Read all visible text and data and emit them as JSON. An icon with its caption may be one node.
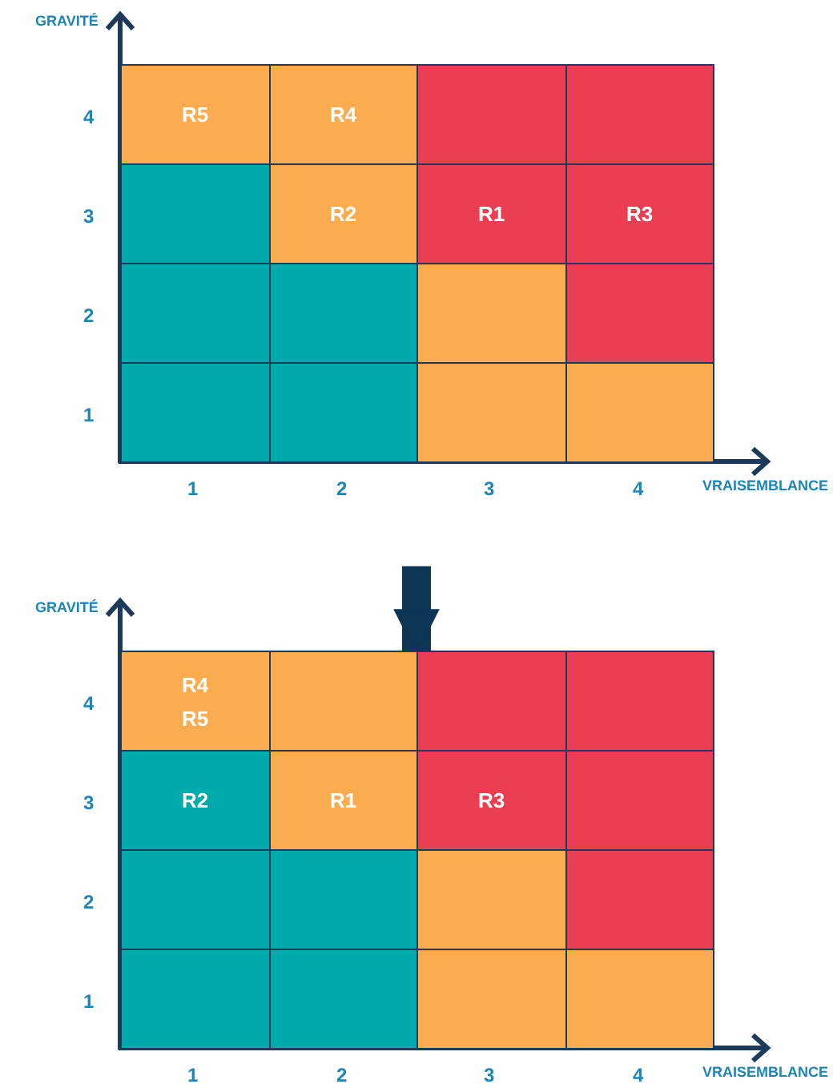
{
  "diagram": {
    "nodes": [
      {
        "text": [],
        "shape": "box"
      },
      {
        "text": [
          "R5"
        ],
        "in": 0
      },
      {
        "text": [
          "R4"
        ],
        "in": 0
      },
      {
        "text": [],
        "shape": "box",
        "in": 0
      },
      {
        "text": [],
        "shape": "box",
        "in": 0
      },
      {
        "text": [],
        "shape": "box",
        "in": 0
      },
      {
        "text": [
          "R2"
        ],
        "in": 0
      },
      {
        "text": [
          "R1"
        ],
        "in": 0
      },
      {
        "text": [
          "R3"
        ],
        "in": 0
      },
      {
        "text": [],
        "shape": "box",
        "in": 0
      },
      {
        "text": [],
        "shape": "box",
        "in": 0
      },
      {
        "text": [],
        "shape": "box",
        "in": 0
      },
      {
        "text": [],
        "shape": "box",
        "in": 0
      },
      {
        "text": [],
        "shape": "box",
        "in": 0
      },
      {
        "text": [],
        "shape": "box",
        "in": 0
      },
      {
        "text": [],
        "shape": "box",
        "in": 0
      },
      {
        "text": [],
        "shape": "box",
        "in": 0
      },
      {
        "text": [],
        "shape": "box"
      },
      {
        "text": [
          "R4",
          "R5"
        ],
        "in": 17
      },
      {
        "text": [],
        "shape": "box",
        "in": 17
      },
      {
        "text": [],
        "shape": "box",
        "in": 17
      },
      {
        "text": [],
        "shape": "box",
        "in": 17
      },
      {
        "text": [
          "R2"
        ],
        "in": 17
      },
      {
        "text": [
          "R1"
        ],
        "in": 17
      },
      {
        "text": [
          "R3"
        ],
        "in": 17
      },
      {
        "text": [],
        "shape": "box",
        "in": 17
      },
      {
        "text": [],
        "shape": "box",
        "in": 17
      },
      {
        "text": [],
        "shape": "box",
        "in": 17
      },
      {
        "text": [],
        "shape": "box",
        "in": 17
      },
      {
        "text": [],
        "shape": "box",
        "in": 17
      },
      {
        "text": [],
        "shape": "box",
        "in": 17
      },
      {
        "text": [],
        "shape": "box",
        "in": 17
      },
      {
        "text": [],
        "shape": "box",
        "in": 17
      },
      {
        "text": [],
        "shape": "box",
        "in": 17
      }
    ],
    "edges": [
      {
        "from": 0,
        "to": 17,
        "arrow": "to"
      }
    ],
    "labels": [
      "GRAVITÉ",
      "4",
      "3",
      "2",
      "1",
      "1",
      "2",
      "3",
      "4",
      "VRAISEMBLANCE",
      "GRAVITÉ",
      "4",
      "3",
      "2",
      "1",
      "1",
      "2",
      "3",
      "4",
      "VRAISEMBLANCE"
    ]
  }
}
